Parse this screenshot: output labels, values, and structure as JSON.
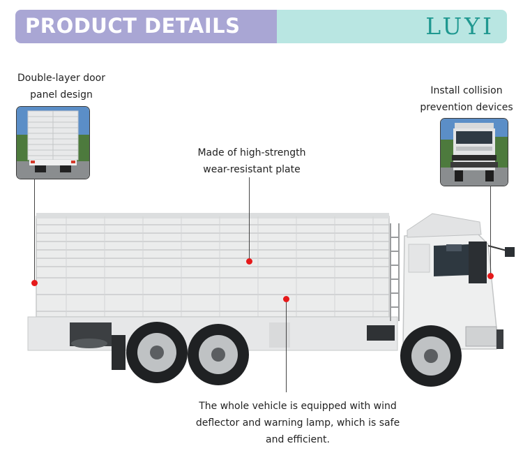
{
  "header": {
    "title": "PRODUCT DETAILS",
    "logo": "LUYI"
  },
  "callouts": {
    "door_panel": "Double-layer door panel design",
    "collision": "Install collision prevention devices",
    "plate": "Made of high-strength wear-resistant plate",
    "deflector": "The whole vehicle is equipped with wind deflector and warning lamp, which is safe and efficient."
  },
  "thumbnails": {
    "rear_view": "rear-door-photo",
    "front_view": "front-bumper-photo"
  },
  "colors": {
    "header_left": "#a9a6d4",
    "header_right": "#b9e6e2",
    "logo": "#1f9890",
    "marker": "#e5191a",
    "truck_body": "#ebecec"
  }
}
